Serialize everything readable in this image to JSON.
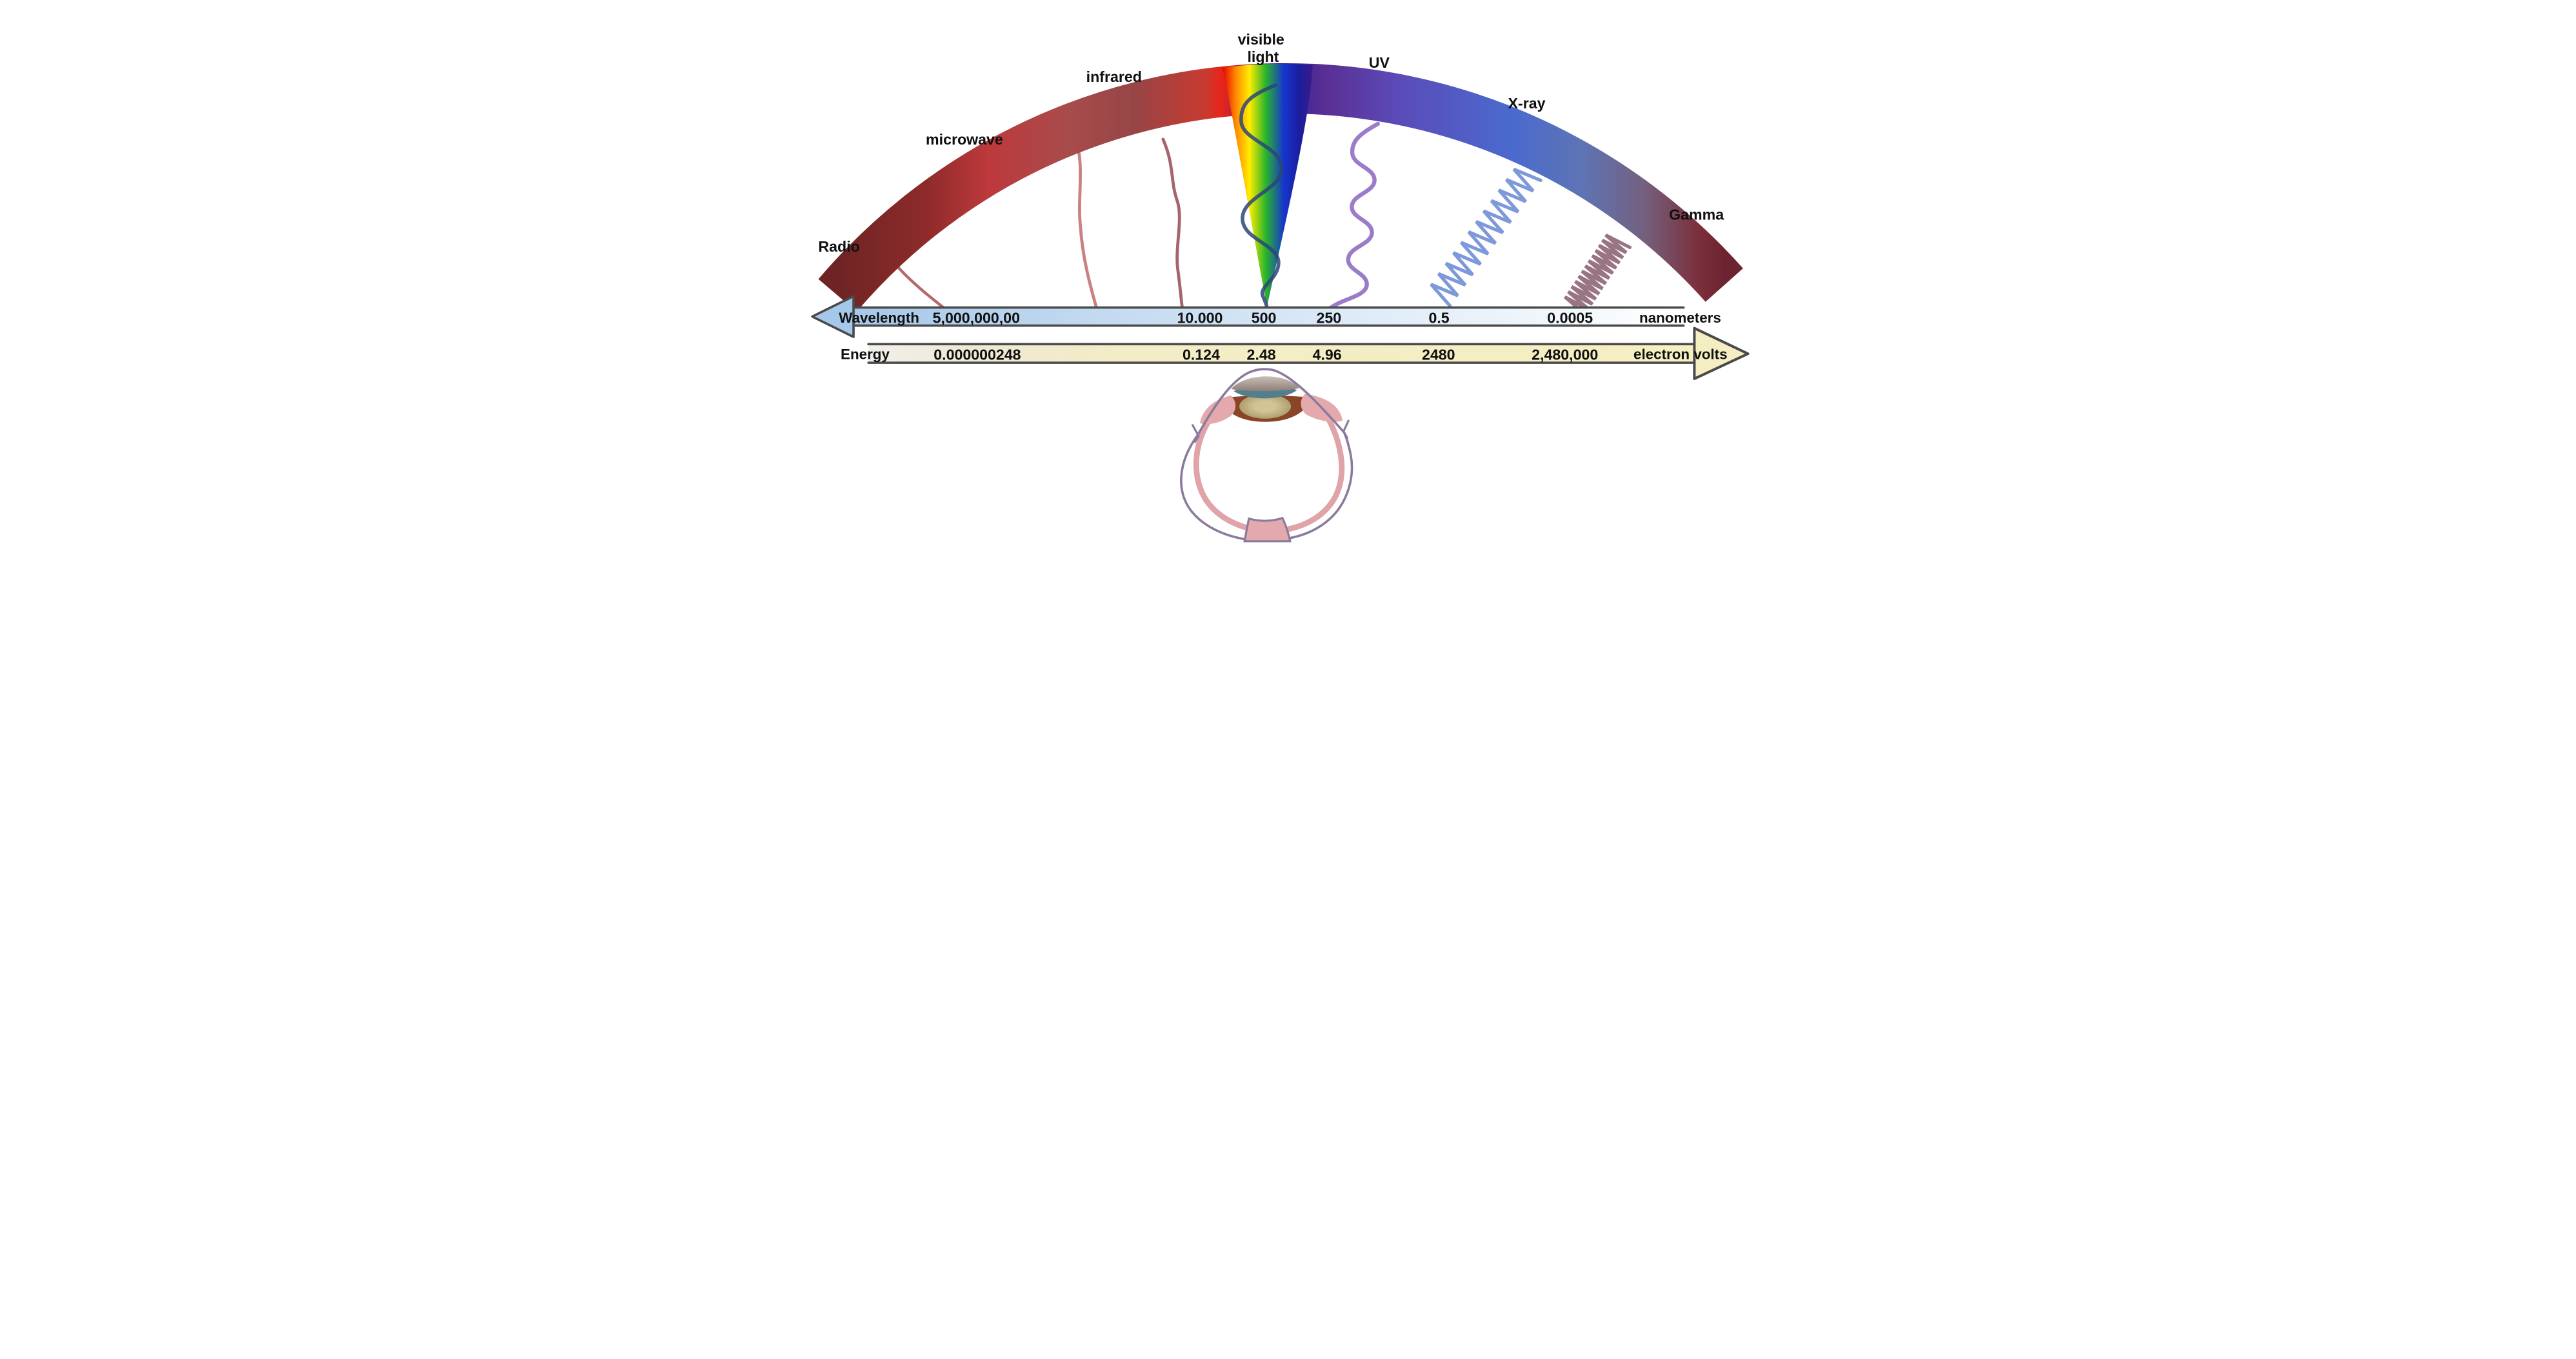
{
  "diagram_title": "Electromagnetic spectrum with wavelength and energy scales and human eye",
  "spectrum": {
    "bands": [
      {
        "name": "radio",
        "label": "Radio"
      },
      {
        "name": "microwave",
        "label": "microwave"
      },
      {
        "name": "infrared",
        "label": "infrared"
      },
      {
        "name": "visible-light",
        "label_line1": "visible",
        "label_line2": "light"
      },
      {
        "name": "uv",
        "label": "UV"
      },
      {
        "name": "x-ray",
        "label": "X-ray"
      },
      {
        "name": "gamma",
        "label": "Gamma"
      }
    ]
  },
  "wavelength_scale": {
    "label": "Wavelength",
    "unit": "nanometers",
    "arrow_direction": "left",
    "values": [
      "5,000,000,00",
      "10.000",
      "500",
      "250",
      "0.5",
      "0.0005"
    ]
  },
  "energy_scale": {
    "label": "Energy",
    "unit": "electron volts",
    "arrow_direction": "right",
    "values": [
      "0.000000248",
      "0.124",
      "2.48",
      "4.96",
      "2480",
      "2,480,000"
    ]
  },
  "colors": {
    "border": "#4a4a4a",
    "text": "#101010",
    "band_stops": [
      "#6e2424",
      "#8e2a2a",
      "#bd393c",
      "#a84b4b",
      "#964546",
      "#c83a30",
      "#e8251a",
      "#31219a",
      "#5a2f93",
      "#5b4ab8",
      "#4a6ace",
      "#5e74b4",
      "#74607e",
      "#7c303c",
      "#6d2430"
    ],
    "rainbow_stops": [
      "#e60000",
      "#ff8a00",
      "#ffec00",
      "#2ab52a",
      "#1535cd",
      "#1b1e9e",
      "#3a1a8a"
    ],
    "wavelength_stops": [
      "#a5c7e9",
      "#c2d9f0",
      "#ddeaf7",
      "#f1f7fc",
      "#ffffff"
    ],
    "energy_stops": [
      "#f0efeb",
      "#efe9d5",
      "#f3ecc6",
      "#f6efc2"
    ],
    "waves": {
      "radio": "#b5696c",
      "microwave": "#cb8084",
      "infrared": "#a4666c",
      "visible": "#2c4579",
      "uv": "#9b7cc8",
      "xray": "#7e99d9",
      "gamma": "#997484"
    },
    "eye": {
      "outline": "#8a7b9d",
      "retina_ring": "#dfa3a8",
      "cornea_light": "#d6cdc6",
      "cornea_dark": "#8f8078",
      "aqueous": "#527e8e",
      "iris": "#8a4428",
      "lens_center": "#d2c494",
      "lens_edge": "#ae9f6e",
      "flesh": "#e3a9ad"
    }
  }
}
